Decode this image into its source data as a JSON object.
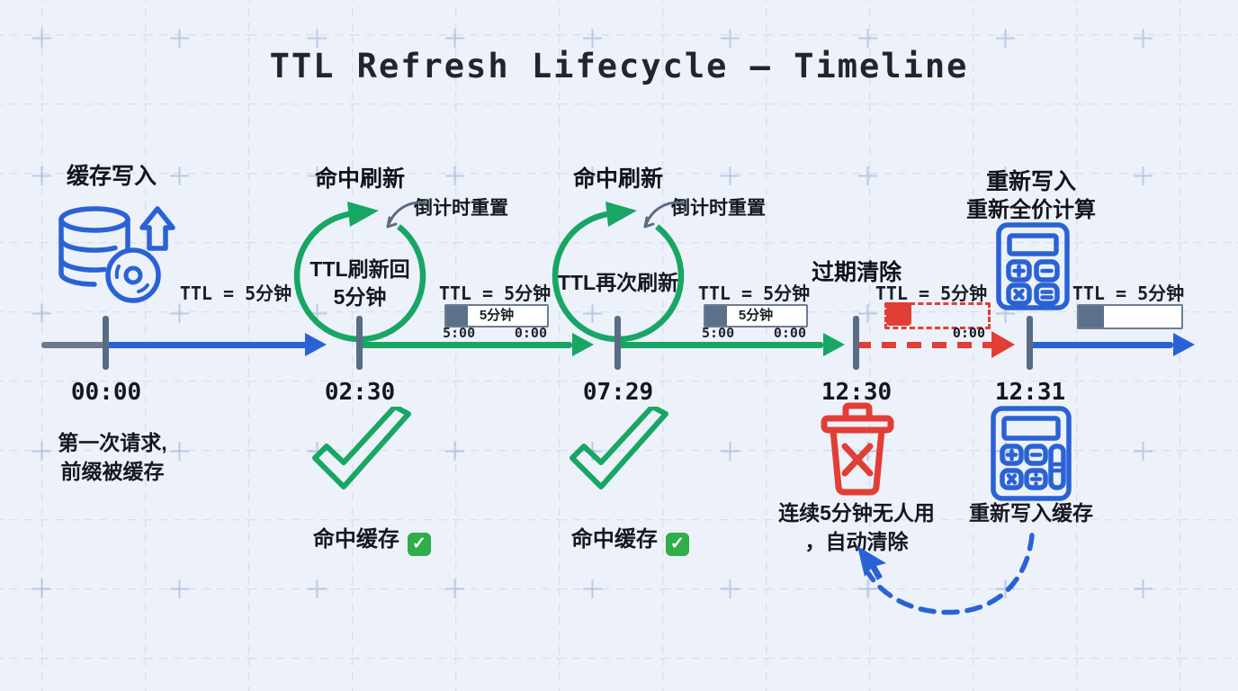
{
  "title": "TTL Refresh Lifecycle – Timeline",
  "labels": {
    "ttl": "TTL = 5分钟",
    "countdown_reset": "倒计时重置",
    "bar_value": "5分钟",
    "bar_full": "5:00",
    "bar_empty": "0:00",
    "hit_result": "命中缓存",
    "hit_badge": "✓"
  },
  "stages": {
    "write": {
      "header": "缓存写入",
      "time": "00:00",
      "note_line1": "第一次请求,",
      "note_line2": "前缀被缓存"
    },
    "refresh1": {
      "header": "命中刷新",
      "time": "02:30",
      "loop_line1": "TTL刷新回",
      "loop_line2": "5分钟"
    },
    "refresh2": {
      "header": "命中刷新",
      "time": "07:29",
      "loop_line1": "TTL再次刷新"
    },
    "expire": {
      "header": "过期清除",
      "time": "12:30",
      "note_line1": "连续5分钟无人用",
      "note_line2": "，自动清除"
    },
    "rewrite": {
      "header_line1": "重新写入",
      "header_line2": "重新全价计算",
      "time": "12:31",
      "note": "重新写入缓存"
    }
  },
  "colors": {
    "background": "#edf1f9",
    "blue": "#2a62d6",
    "green": "#17a664",
    "red": "#e13e35",
    "slate": "#5a6c84",
    "ink": "#15181e"
  },
  "icons": {
    "database": "database-icon",
    "upload_arrow": "upload-arrow-icon",
    "refresh_loop": "refresh-loop-icon",
    "check": "check-icon",
    "trash": "trash-icon",
    "calculator": "calculator-icon",
    "cursor": "cursor-arrow-icon"
  }
}
